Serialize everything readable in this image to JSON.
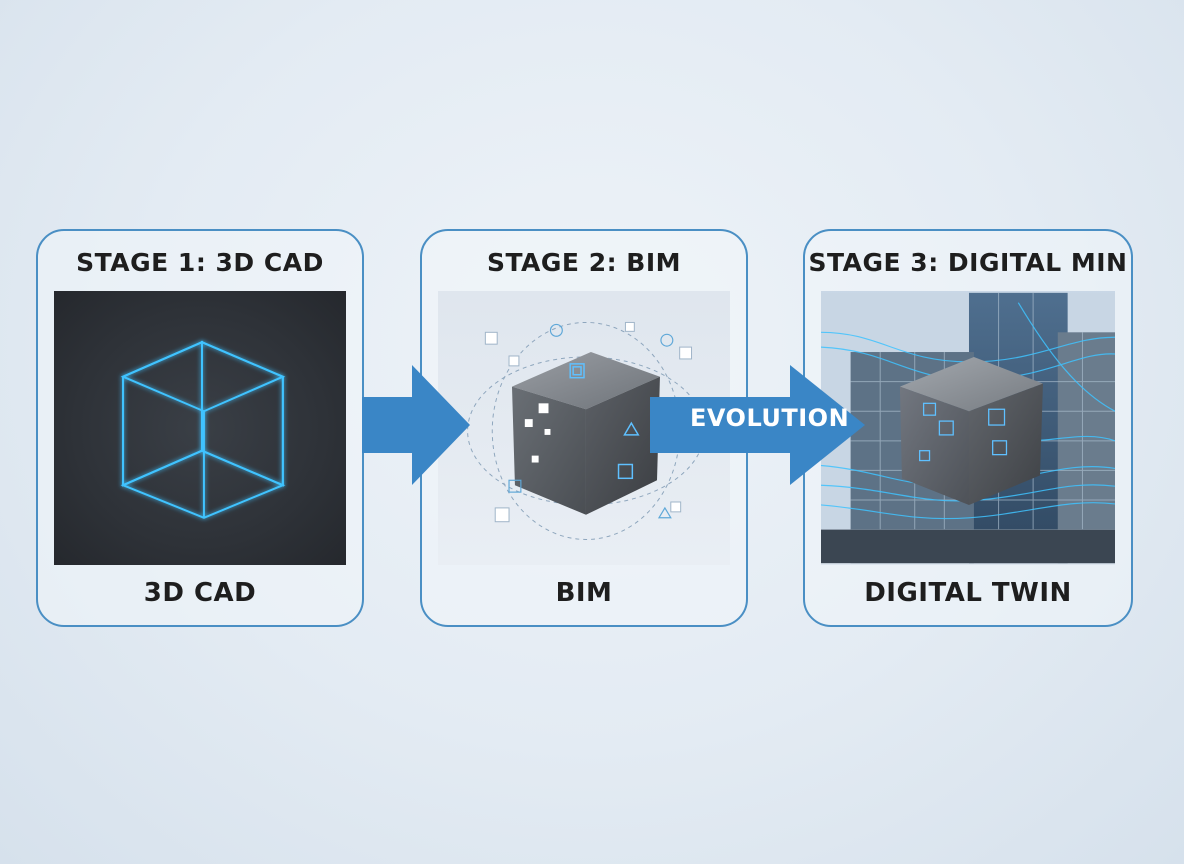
{
  "stages": [
    {
      "title": "STAGE 1: 3D CAD",
      "label": "3D CAD"
    },
    {
      "title": "STAGE 2: BIM",
      "label": "BIM"
    },
    {
      "title": "STAGE 3: DIGITAL MIN",
      "label": "DIGITAL TWIN"
    }
  ],
  "arrow": {
    "label": "EVOLUTION"
  },
  "colors": {
    "frame": "#4a8fc4",
    "arrow": "#3a86c6",
    "wireframe": "#3fc3ff",
    "text": "#1e1e1e"
  },
  "icons": [
    "wireframe-cube-icon",
    "bim-cube-icon",
    "digital-twin-cube-icon",
    "building-icon",
    "data-stream-icon",
    "arrow-right-icon"
  ]
}
